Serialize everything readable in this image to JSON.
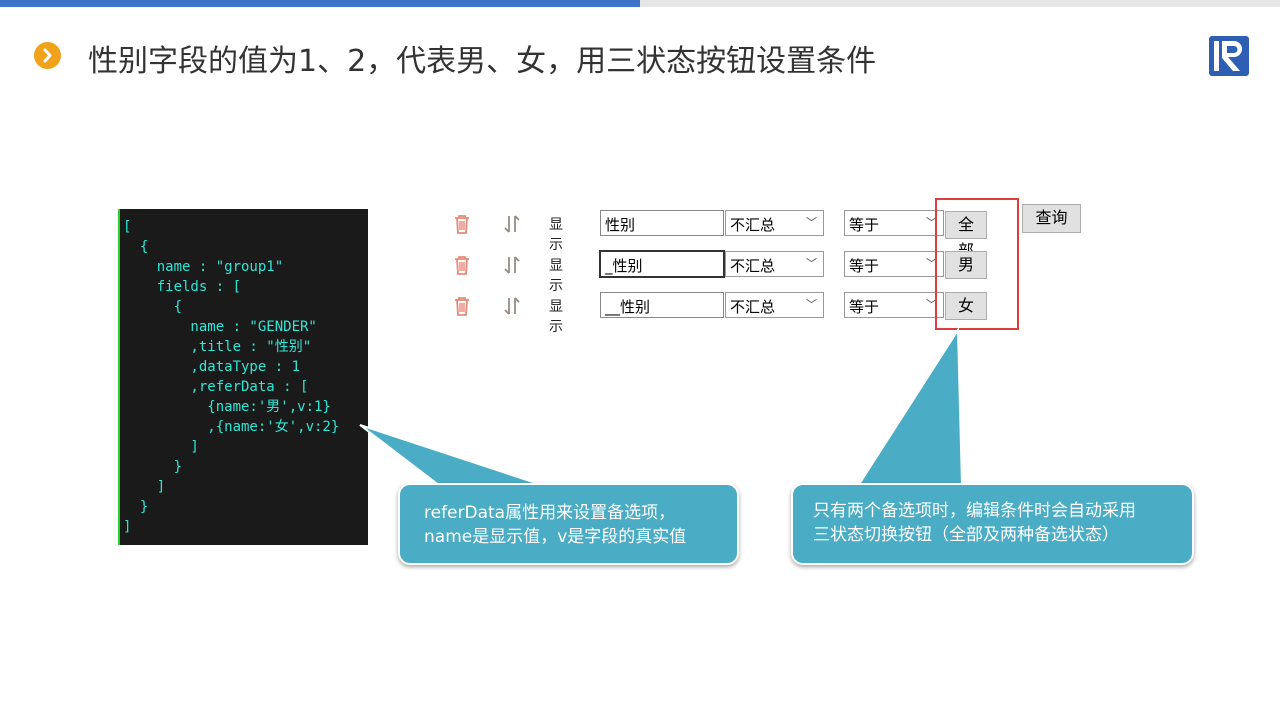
{
  "slide": {
    "title": "性别字段的值为1、2，代表男、女，用三状态按钮设置条件"
  },
  "code": {
    "lines": [
      "[",
      "  {",
      "    name : \"group1\"",
      "    fields : [",
      "      {",
      "        name : \"GENDER\"",
      "        ,title : \"性别\"",
      "        ,dataType : 1",
      "        ,referData : [",
      "          {name:'男',v:1}",
      "          ,{name:'女',v:2}",
      "        ]",
      "      }",
      "    ]",
      "  }",
      "]"
    ]
  },
  "form": {
    "rows": [
      {
        "show_label": "显示",
        "field": "性别",
        "aggregate": "不汇总",
        "operator": "等于",
        "toggle": "全部"
      },
      {
        "show_label": "显示",
        "field": "_性别",
        "aggregate": "不汇总",
        "operator": "等于",
        "toggle": "男"
      },
      {
        "show_label": "显示",
        "field": "__性别",
        "aggregate": "不汇总",
        "operator": "等于",
        "toggle": "女"
      }
    ],
    "query_label": "查询"
  },
  "callouts": {
    "left": {
      "line1": "referData属性用来设置备选项，",
      "line2": "name是显示值，v是字段的真实值"
    },
    "right": {
      "line1": "只有两个备选项时，编辑条件时会自动采用",
      "line2": "三状态切换按钮（全部及两种备选状态）"
    }
  },
  "colors": {
    "accent_blue": "#3f73c9",
    "callout": "#4bacc6",
    "highlight_red": "#e23b3b",
    "code_text": "#2ee6d6",
    "bullet_orange": "#f0a31a"
  }
}
